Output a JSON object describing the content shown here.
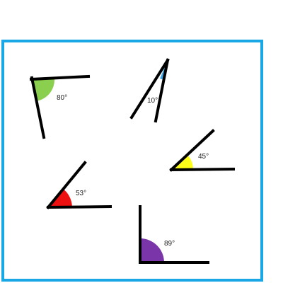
{
  "frame_color": "#1aa7e6",
  "angles": [
    {
      "label": "80°",
      "degrees": 80,
      "fill": "#8bcf4f"
    },
    {
      "label": "10°",
      "degrees": 10,
      "fill": "#3aa8e8"
    },
    {
      "label": "45°",
      "degrees": 45,
      "fill": "#ffff1a"
    },
    {
      "label": "53°",
      "degrees": 53,
      "fill": "#ee1111"
    },
    {
      "label": "89°",
      "degrees": 89,
      "fill": "#7a36a8"
    }
  ]
}
